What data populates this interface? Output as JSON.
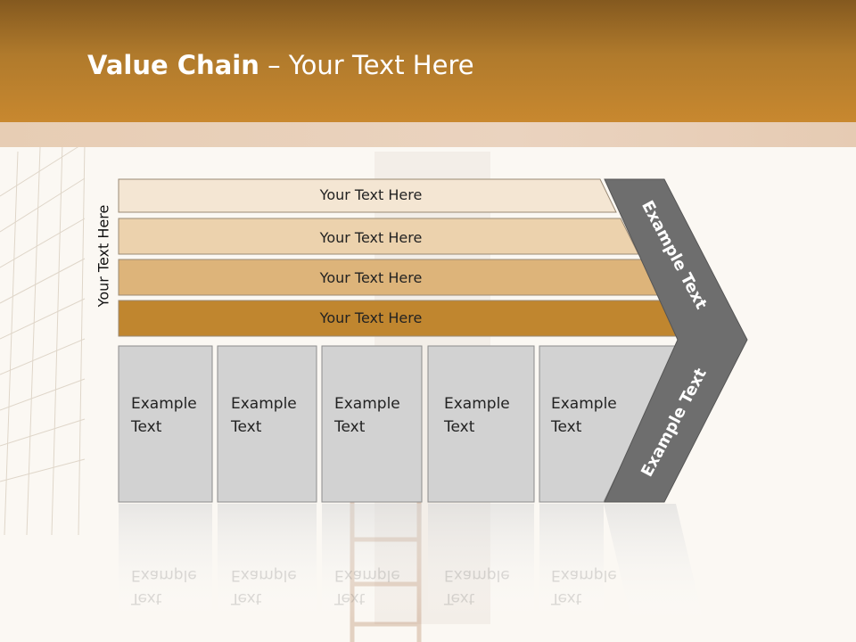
{
  "slide": {
    "title_bold": "Value Chain",
    "title_rest": " – Your Text Here",
    "side_label": "Your Text Here"
  },
  "bars": [
    {
      "label": "Your Text Here",
      "color": "#f4e6d3"
    },
    {
      "label": "Your Text Here",
      "color": "#ecd2ad"
    },
    {
      "label": "Your Text Here",
      "color": "#ddb47a"
    },
    {
      "label": "Your Text Here",
      "color": "#c0862f"
    }
  ],
  "boxes": [
    {
      "line1": "Example",
      "line2": "Text"
    },
    {
      "line1": "Example",
      "line2": "Text"
    },
    {
      "line1": "Example",
      "line2": "Text"
    },
    {
      "line1": "Example",
      "line2": "Text"
    },
    {
      "line1": "Example",
      "line2": "Text"
    }
  ],
  "chevron": {
    "upper_label": "Example Text",
    "lower_label": "Example Text",
    "color": "#6e6e6e"
  },
  "colors": {
    "header": "#b07a2c",
    "box_fill": "#d2d2d2",
    "box_stroke": "#8c8c8c"
  }
}
